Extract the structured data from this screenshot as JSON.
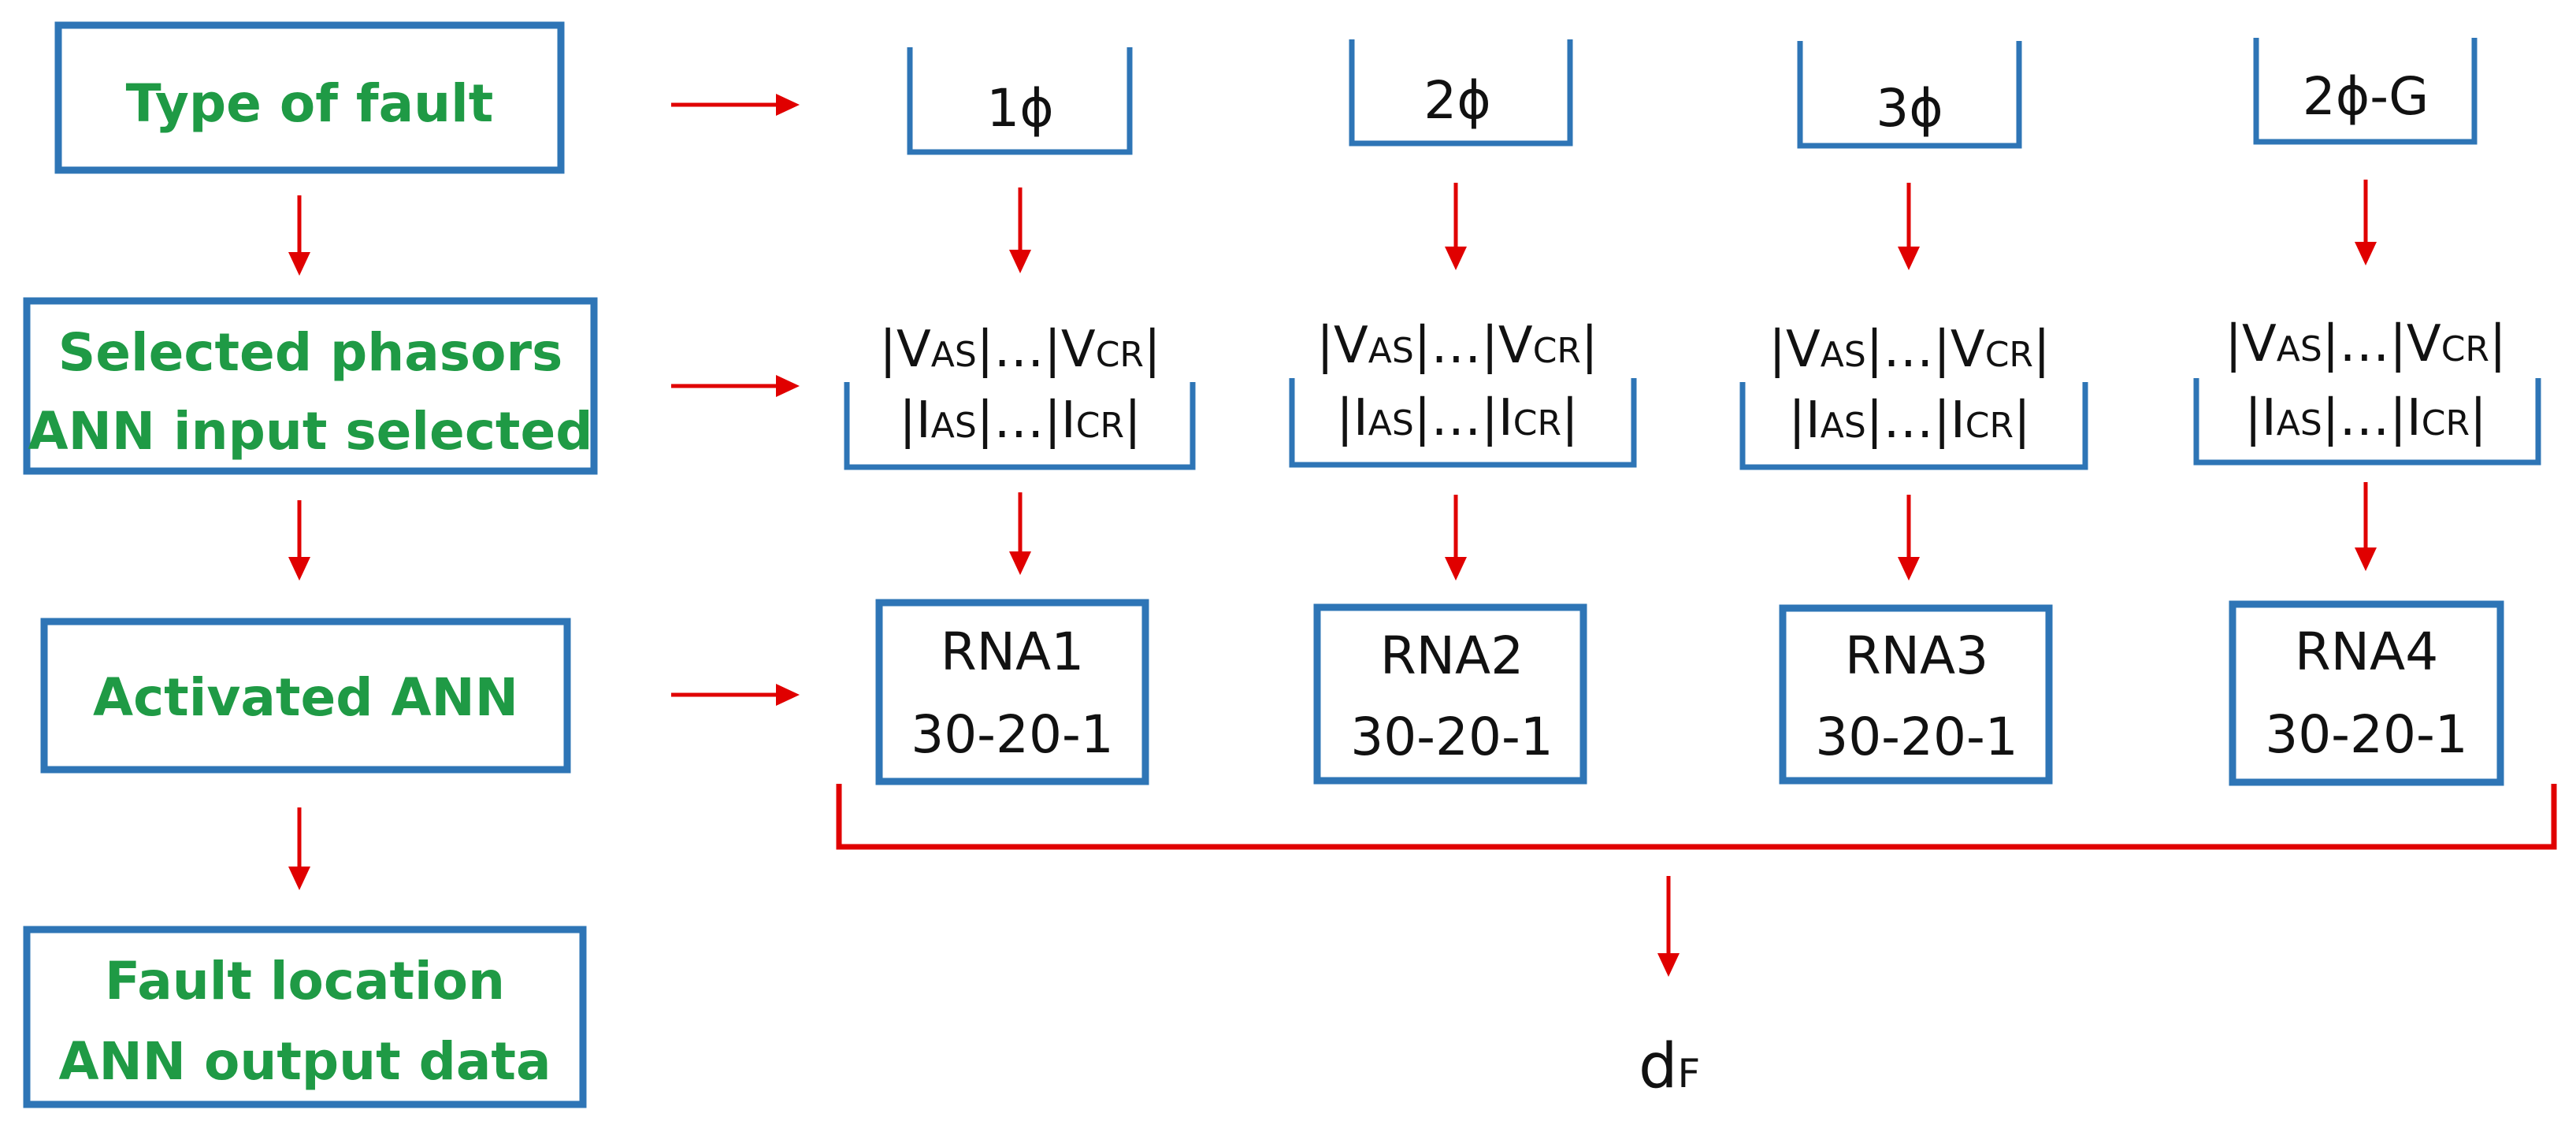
{
  "left_column": {
    "type_of_fault": "Type of fault",
    "selected_phasors_line1": "Selected phasors",
    "selected_phasors_line2": "ANN input selected",
    "activated_ann": "Activated ANN",
    "fault_location_line1": "Fault location",
    "fault_location_line2": "ANN output data"
  },
  "columns": [
    {
      "fault": "1ϕ",
      "ann_name": "RNA1",
      "ann_arch": "30-20-1"
    },
    {
      "fault": "2ϕ",
      "ann_name": "RNA2",
      "ann_arch": "30-20-1"
    },
    {
      "fault": "3ϕ",
      "ann_name": "RNA3",
      "ann_arch": "30-20-1"
    },
    {
      "fault": "2ϕ-G",
      "ann_name": "RNA4",
      "ann_arch": "30-20-1"
    }
  ],
  "phasors": {
    "v_open": "|V",
    "v_sub1": "AS",
    "v_mid": "|…|V",
    "v_sub2": "CR",
    "v_close": "|",
    "i_open": "|I",
    "i_sub1": "AS",
    "i_mid": "|…|I",
    "i_sub2": "CR",
    "i_close": "|"
  },
  "output": {
    "main": "d",
    "sub": "F"
  },
  "colors": {
    "box_border": "#2e75b6",
    "label_green": "#1f9a45",
    "arrow_red": "#e00000"
  }
}
